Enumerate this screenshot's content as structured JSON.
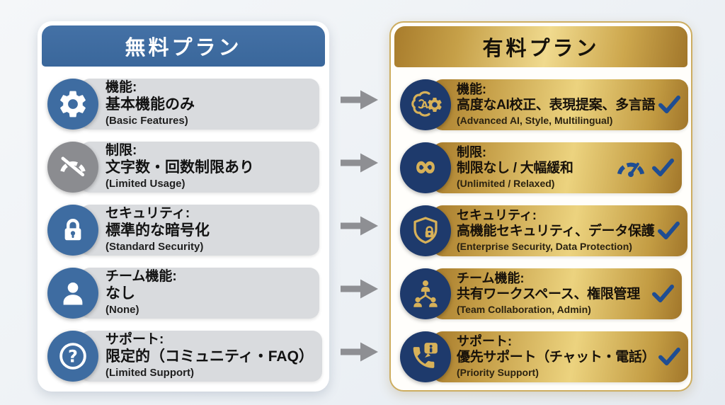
{
  "free_plan": {
    "title": "無料プラン",
    "items": [
      {
        "icon": "gear-icon",
        "label": "機能:",
        "value": "基本機能のみ",
        "note": "(Basic Features)",
        "circle_color": "#3e6ca1"
      },
      {
        "icon": "gauge-limited-icon",
        "label": "制限:",
        "value": "文字数・回数制限あり",
        "note": "(Limited Usage)",
        "circle_color": "#8b8c90"
      },
      {
        "icon": "lock-icon",
        "label": "セキュリティ:",
        "value": "標準的な暗号化",
        "note": "(Standard Security)",
        "circle_color": "#3e6ca1"
      },
      {
        "icon": "person-icon",
        "label": "チーム機能:",
        "value": "なし",
        "note": "(None)",
        "circle_color": "#3e6ca1"
      },
      {
        "icon": "question-icon",
        "label": "サポート:",
        "value": "限定的（コミュニティ・FAQ）",
        "note": "(Limited Support)",
        "circle_color": "#3e6ca1"
      }
    ]
  },
  "paid_plan": {
    "title": "有料プラン",
    "items": [
      {
        "icon": "ai-brain-icon",
        "label": "機能:",
        "value": "高度なAI校正、表現提案、多言語",
        "note": "(Advanced AI, Style, Multilingual)",
        "checked": true,
        "circle_color": "#1e3a6c"
      },
      {
        "icon": "infinity-icon",
        "label": "制限:",
        "value": "制限なし / 大幅緩和",
        "note": "(Unlimited / Relaxed)",
        "checked": true,
        "right_icon": "gauge-icon",
        "circle_color": "#1e3a6c"
      },
      {
        "icon": "shield-lock-icon",
        "label": "セキュリティ:",
        "value": "高機能セキュリティ、データ保護",
        "note": "(Enterprise Security, Data Protection)",
        "checked": true,
        "circle_color": "#1e3a6c"
      },
      {
        "icon": "team-icon",
        "label": "チーム機能:",
        "value": "共有ワークスペース、権限管理",
        "note": "(Team Collaboration, Admin)",
        "checked": true,
        "circle_color": "#1e3a6c"
      },
      {
        "icon": "phone-support-icon",
        "label": "サポート:",
        "value": "優先サポート（チャット・電話）",
        "note": "(Priority Support)",
        "checked": true,
        "circle_color": "#1e3a6c"
      }
    ]
  },
  "arrows": {
    "icon": "arrow-right-icon",
    "count": 5
  },
  "colors": {
    "background": "#edf1f5",
    "free_header_blue": "#3e6ca1",
    "free_muted_gray": "#8b8c90",
    "free_pill_gray": "#d9dbde",
    "arrow_gray": "#8e8f93",
    "paid_navy": "#1e3a6c",
    "paid_gold_dark": "#a77b2c",
    "paid_gold_light": "#f0da8e",
    "paid_card_border": "#cdad60",
    "gold_icon": "#d7b159",
    "check_blue": "#1f4d92"
  }
}
